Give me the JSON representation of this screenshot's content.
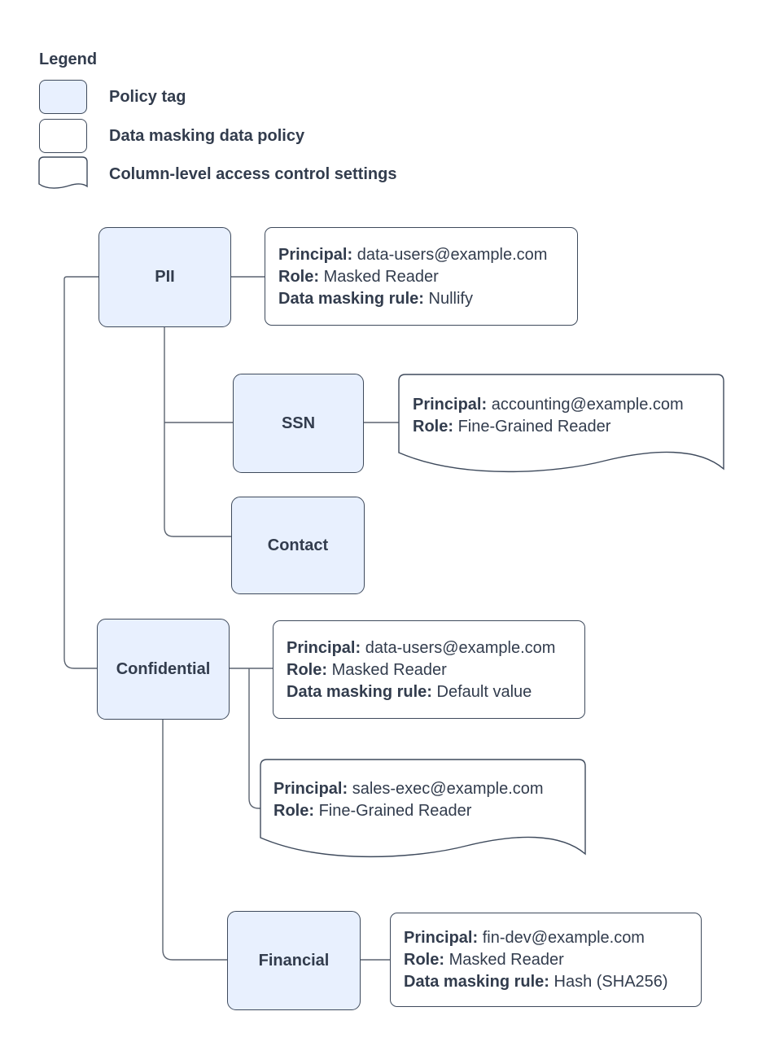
{
  "legend": {
    "title": "Legend",
    "items": [
      {
        "swatch": "policy-tag-swatch",
        "label": "Policy tag"
      },
      {
        "swatch": "data-masking-policy-swatch",
        "label": "Data masking data policy"
      },
      {
        "swatch": "column-access-control-swatch",
        "label": "Column-level access control settings"
      }
    ]
  },
  "nodes": {
    "pii": {
      "label": "PII"
    },
    "ssn": {
      "label": "SSN"
    },
    "contact": {
      "label": "Contact"
    },
    "confidential": {
      "label": "Confidential"
    },
    "financial": {
      "label": "Financial"
    }
  },
  "policies": {
    "pii_masking": {
      "principal_label": "Principal:",
      "principal": "data-users@example.com",
      "role_label": "Role:",
      "role": "Masked Reader",
      "rule_label": "Data masking rule:",
      "rule": "Nullify"
    },
    "ssn_access": {
      "principal_label": "Principal:",
      "principal": "accounting@example.com",
      "role_label": "Role:",
      "role": "Fine-Grained Reader"
    },
    "confidential_masking": {
      "principal_label": "Principal:",
      "principal": "data-users@example.com",
      "role_label": "Role:",
      "role": "Masked Reader",
      "rule_label": "Data masking rule:",
      "rule": "Default value"
    },
    "confidential_access": {
      "principal_label": "Principal:",
      "principal": "sales-exec@example.com",
      "role_label": "Role:",
      "role": "Fine-Grained Reader"
    },
    "financial_masking": {
      "principal_label": "Principal:",
      "principal": "fin-dev@example.com",
      "role_label": "Role:",
      "role": "Masked Reader",
      "rule_label": "Data masking rule:",
      "rule": "Hash (SHA256)"
    }
  },
  "colors": {
    "policy_tag_fill": "#e8f0fe",
    "shape_border": "#3e4a5c",
    "connector": "#5b6370",
    "text": "#323c4d",
    "background": "#ffffff"
  }
}
